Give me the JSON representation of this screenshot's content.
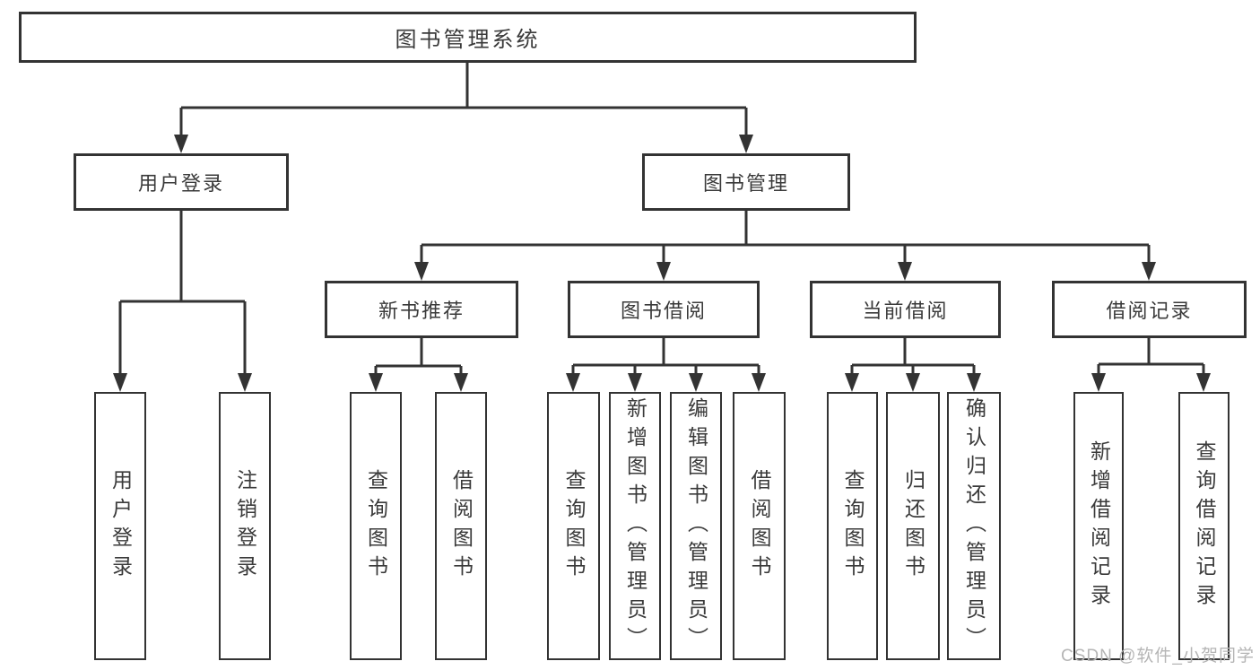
{
  "title": "图书管理系统",
  "nodes": {
    "level2": [
      {
        "label": "用户登录"
      },
      {
        "label": "图书管理"
      }
    ],
    "level3": [
      {
        "label": "新书推荐"
      },
      {
        "label": "图书借阅"
      },
      {
        "label": "当前借阅"
      },
      {
        "label": "借阅记录"
      }
    ],
    "leaves": [
      {
        "label": "用户登录",
        "parent": "用户登录"
      },
      {
        "label": "注销登录",
        "parent": "用户登录"
      },
      {
        "label": "查询图书",
        "parent": "新书推荐"
      },
      {
        "label": "借阅图书",
        "parent": "新书推荐"
      },
      {
        "label": "查询图书",
        "parent": "图书借阅"
      },
      {
        "label": "新增图书（管理员）",
        "parent": "图书借阅"
      },
      {
        "label": "编辑图书（管理员）",
        "parent": "图书借阅"
      },
      {
        "label": "借阅图书",
        "parent": "图书借阅"
      },
      {
        "label": "查询图书",
        "parent": "当前借阅"
      },
      {
        "label": "归还图书",
        "parent": "当前借阅"
      },
      {
        "label": "确认归还（管理员）",
        "parent": "当前借阅"
      },
      {
        "label": "新增借阅记录",
        "parent": "借阅记录"
      },
      {
        "label": "查询借阅记录",
        "parent": "借阅记录"
      }
    ]
  },
  "watermark": "CSDN @软件_小贺同学",
  "colors": {
    "line": "#333333",
    "box_border": "#333333",
    "box_fill": "#ffffff",
    "text": "#3a3a3a",
    "watermark": "#b5b5b5",
    "background": "#ffffff"
  }
}
